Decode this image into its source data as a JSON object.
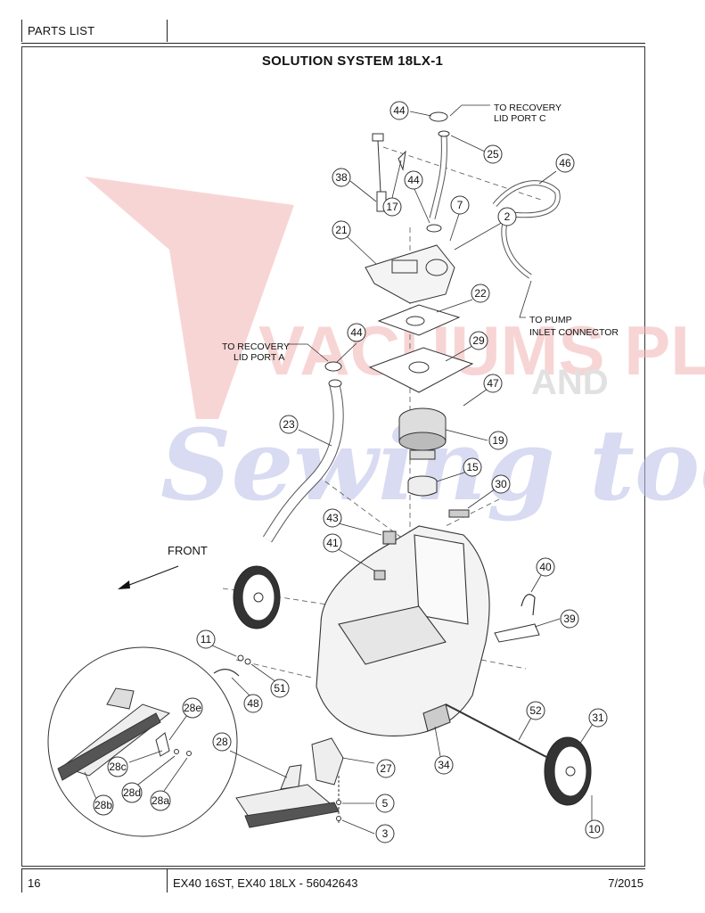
{
  "header": {
    "section": "PARTS LIST"
  },
  "title": "SOLUTION SYSTEM 18LX-1",
  "notes": {
    "recovery_c_line1": "TO RECOVERY",
    "recovery_c_line2": "LID PORT C",
    "recovery_a_line1": "TO RECOVERY",
    "recovery_a_line2": "LID PORT A",
    "pump_line1": "TO PUMP",
    "pump_line2": "INLET CONNECTOR",
    "front": "FRONT"
  },
  "watermark": {
    "line1": "VACUUMS PLUS",
    "line2": "AND",
    "line3": "Sewing too"
  },
  "callouts": {
    "c44a": "44",
    "c25": "25",
    "c46": "46",
    "c38": "38",
    "c17": "17",
    "c44b": "44",
    "c7": "7",
    "c2": "2",
    "c21": "21",
    "c22": "22",
    "c44c": "44",
    "c29": "29",
    "c47": "47",
    "c23": "23",
    "c19": "19",
    "c15": "15",
    "c30": "30",
    "c43": "43",
    "c41": "41",
    "c40": "40",
    "c39": "39",
    "c11": "11",
    "c51": "51",
    "c48": "48",
    "c52": "52",
    "c31": "31",
    "c28e": "28e",
    "c28": "28",
    "c27": "27",
    "c28c": "28c",
    "c28d": "28d",
    "c28a": "28a",
    "c28b": "28b",
    "c34": "34",
    "c5": "5",
    "c3": "3",
    "c10": "10"
  },
  "footer": {
    "page": "16",
    "model": "EX40 16ST, EX40 18LX - 56042643",
    "date": "7/2015"
  }
}
